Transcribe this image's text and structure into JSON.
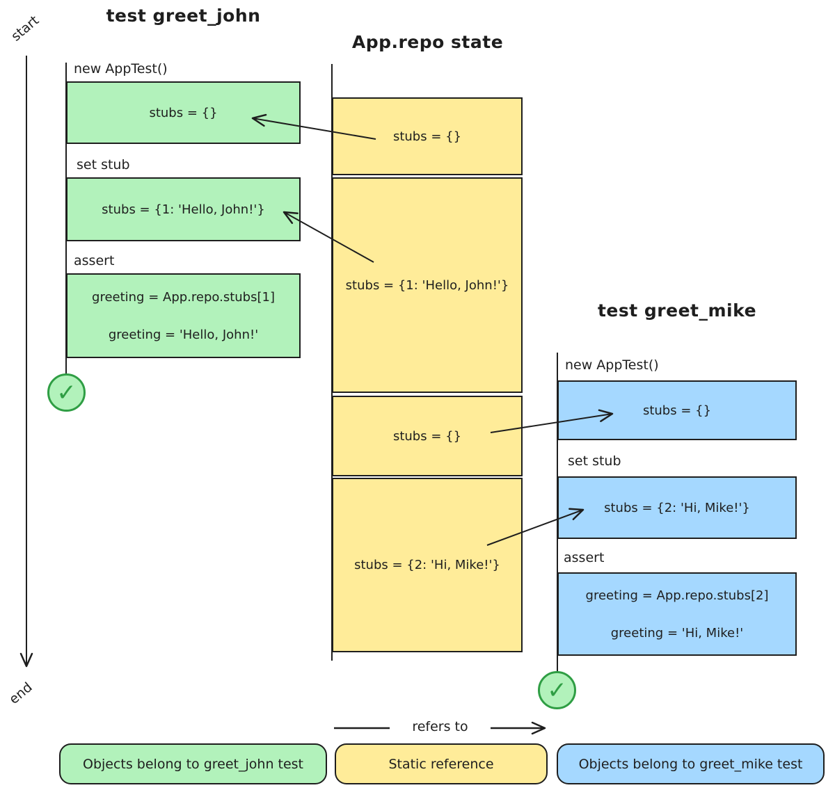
{
  "axis": {
    "start": "start",
    "end": "end"
  },
  "icons": {
    "check": "✓"
  },
  "colors": {
    "john_fill": "#b2f2bb",
    "repo_fill": "#ffec99",
    "mike_fill": "#a5d8ff",
    "stroke": "#1e1e1e",
    "check_stroke": "#2f9e44"
  },
  "john": {
    "title": "test greet_john",
    "steps": [
      {
        "label": "new AppTest()",
        "lines": [
          "stubs = {}"
        ]
      },
      {
        "label": "set stub",
        "lines": [
          "stubs = {1: 'Hello, John!'}"
        ]
      },
      {
        "label": "assert",
        "lines": [
          "greeting = App.repo.stubs[1]",
          "greeting = 'Hello, John!'"
        ]
      }
    ]
  },
  "repo": {
    "title": "App.repo state",
    "states": [
      {
        "text": "stubs = {}"
      },
      {
        "text": "stubs = {1: 'Hello, John!'}"
      },
      {
        "text": "stubs = {}"
      },
      {
        "text": "stubs = {2: 'Hi, Mike!'}"
      }
    ]
  },
  "mike": {
    "title": "test greet_mike",
    "steps": [
      {
        "label": "new AppTest()",
        "lines": [
          "stubs = {}"
        ]
      },
      {
        "label": "set stub",
        "lines": [
          "stubs = {2: 'Hi, Mike!'}"
        ]
      },
      {
        "label": "assert",
        "lines": [
          "greeting = App.repo.stubs[2]",
          "greeting = 'Hi, Mike!'"
        ]
      }
    ]
  },
  "legend": {
    "arrow_label": "refers to",
    "items": [
      {
        "label": "Objects belong to greet_john test"
      },
      {
        "label": "Static reference"
      },
      {
        "label": "Objects belong to greet_mike test"
      }
    ]
  }
}
